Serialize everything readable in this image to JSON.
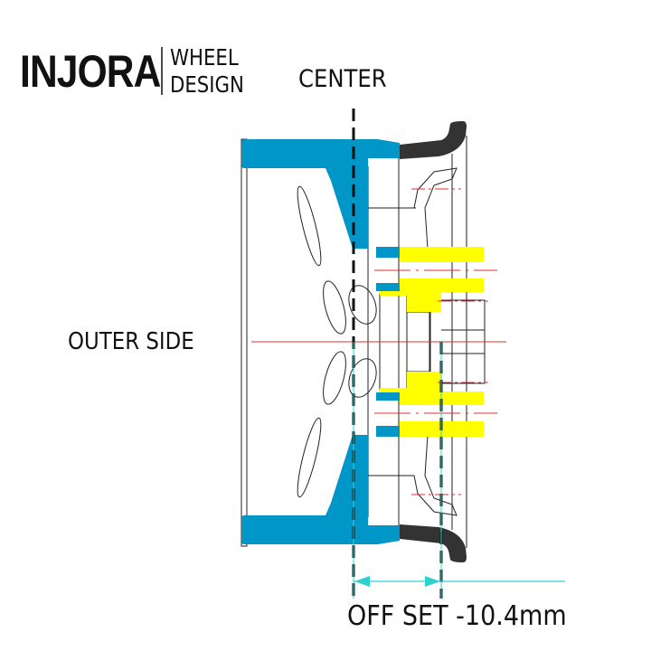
{
  "brand": {
    "name": "INJORA",
    "line1": "WHEEL",
    "line2": "DESIGN"
  },
  "labels": {
    "center": "CENTER",
    "outer_side": "OUTER SIDE",
    "offset": "OFF SET -10.4mm"
  },
  "colors": {
    "hub": "#0096c8",
    "adapter": "#ffff00",
    "beadlock": "#333333",
    "centerline": "#e03030",
    "dimension": "#30d0d0"
  }
}
